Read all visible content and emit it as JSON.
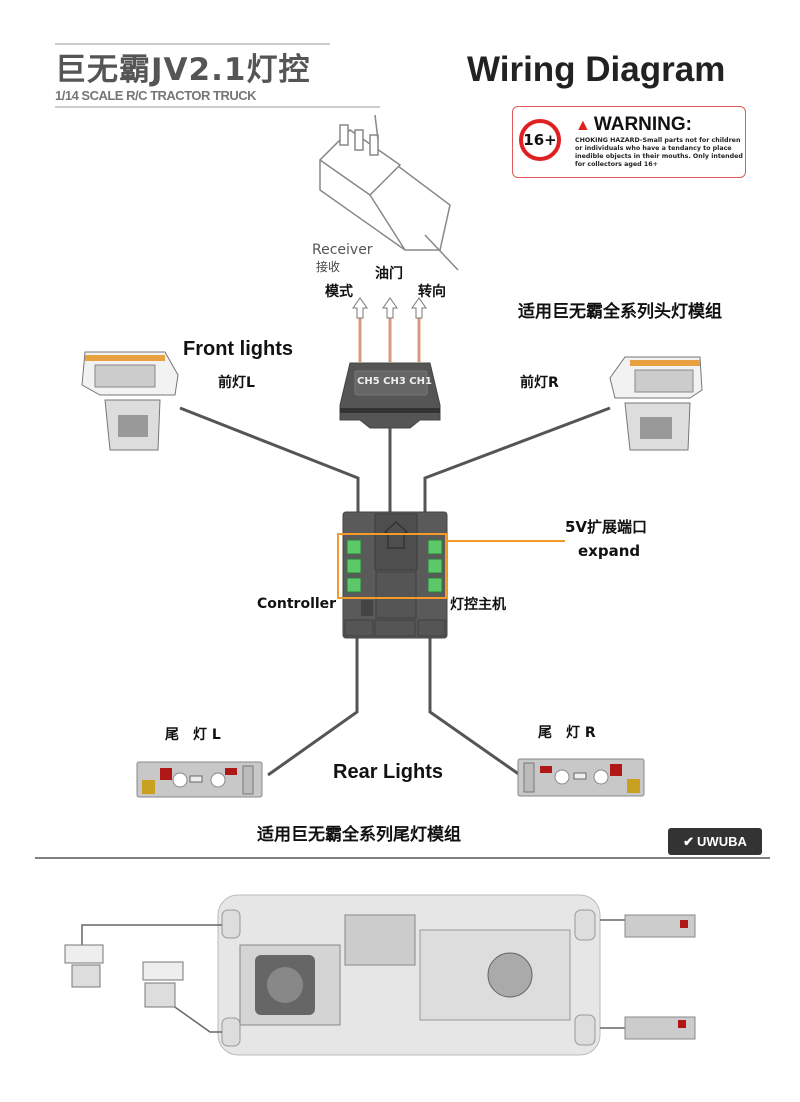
{
  "header": {
    "title_cn": "巨无霸JV2.1灯控",
    "subtitle": "1/14 SCALE R/C TRACTOR TRUCK",
    "diagram_title": "Wiring Diagram"
  },
  "warning": {
    "age": "16+",
    "heading": "WARNING:",
    "text": "CHOKING HAZARD-Small parts not for children or individuals who have a tendancy to place inedible objects in their mouths. Only intended for collectors aged 16+",
    "color": "#e02020"
  },
  "receiver": {
    "label_en": "Receiver",
    "label_cn": "接收",
    "channels": [
      "模式",
      "油门",
      "转向"
    ],
    "connector_label": "CH5 CH3 CH1"
  },
  "front": {
    "title": "Front lights",
    "left": "前灯L",
    "right": "前灯R",
    "note": "适用巨无霸全系列头灯模组"
  },
  "controller": {
    "label_en": "Controller",
    "label_cn": "灯控主机",
    "expand_cn": "5V扩展端口",
    "expand_en": "expand",
    "highlight_color": "#f59a2a",
    "port_color": "#5cc86a"
  },
  "rear": {
    "title": "Rear Lights",
    "left": "尾　灯 L",
    "right": "尾　灯 R",
    "note": "适用巨无霸全系列尾灯模组"
  },
  "brand": "UWUBA"
}
